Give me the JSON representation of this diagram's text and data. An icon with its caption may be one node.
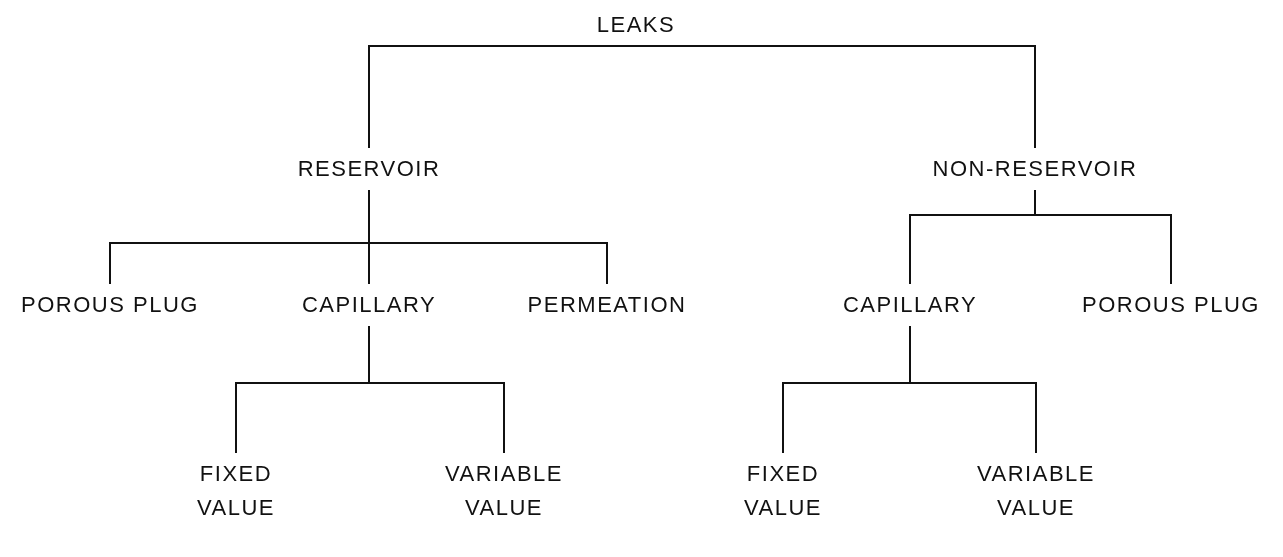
{
  "diagram": {
    "nodes": [
      {
        "text": [
          "LEAKS"
        ]
      },
      {
        "text": [
          "RESERVOIR"
        ]
      },
      {
        "text": [
          "NON-RESERVOIR"
        ]
      },
      {
        "text": [
          "POROUS PLUG"
        ]
      },
      {
        "text": [
          "CAPILLARY"
        ]
      },
      {
        "text": [
          "PERMEATION"
        ]
      },
      {
        "text": [
          "CAPILLARY"
        ]
      },
      {
        "text": [
          "POROUS PLUG"
        ]
      },
      {
        "text": [
          "FIXED VALUE"
        ]
      },
      {
        "text": [
          "VARIABLE VALUE"
        ]
      },
      {
        "text": [
          "FIXED VALUE"
        ]
      },
      {
        "text": [
          "VARIABLE VALUE"
        ]
      }
    ],
    "edges": [
      {
        "from": 0,
        "to": 1,
        "arrow": "none"
      },
      {
        "from": 0,
        "to": 2,
        "arrow": "none"
      },
      {
        "from": 1,
        "to": 3,
        "arrow": "none"
      },
      {
        "from": 1,
        "to": 4,
        "arrow": "none"
      },
      {
        "from": 1,
        "to": 5,
        "arrow": "none"
      },
      {
        "from": 2,
        "to": 6,
        "arrow": "none"
      },
      {
        "from": 2,
        "to": 7,
        "arrow": "none"
      },
      {
        "from": 4,
        "to": 8,
        "arrow": "none"
      },
      {
        "from": 4,
        "to": 9,
        "arrow": "none"
      },
      {
        "from": 6,
        "to": 10,
        "arrow": "none"
      },
      {
        "from": 6,
        "to": 11,
        "arrow": "none"
      }
    ]
  }
}
